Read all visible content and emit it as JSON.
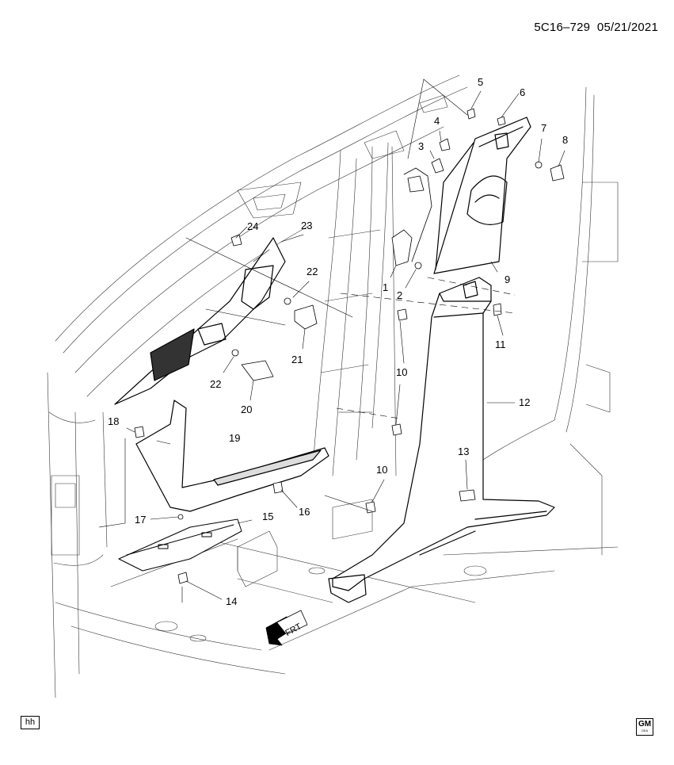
{
  "header": {
    "diagram_code": "5C16–729",
    "date": "05/21/2021"
  },
  "callouts": [
    "1",
    "2",
    "3",
    "4",
    "5",
    "6",
    "7",
    "8",
    "9",
    "10",
    "10",
    "11",
    "12",
    "13",
    "14",
    "15",
    "16",
    "17",
    "18",
    "19",
    "20",
    "21",
    "22",
    "22",
    "23",
    "24"
  ],
  "direction_label": "FRT",
  "footer": {
    "tag": "hh",
    "logo": "GM",
    "logo_sub": "OEA"
  }
}
